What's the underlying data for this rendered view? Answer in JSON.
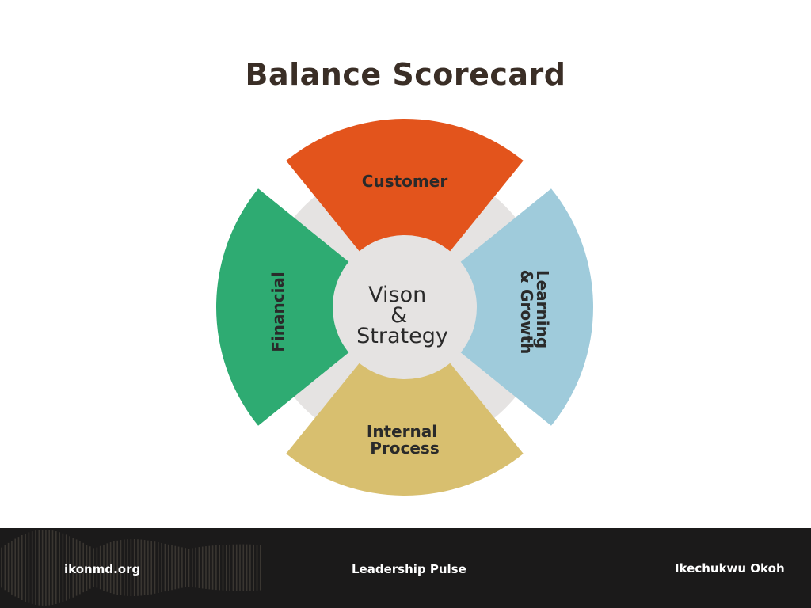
{
  "title": "Balance Scorecard",
  "center": {
    "lines": [
      "Vison",
      "&",
      "Strategy"
    ],
    "color": "#e5e3e2"
  },
  "perspectives": [
    {
      "id": "customer",
      "label_lines": [
        "Customer"
      ],
      "color": "#e3541c"
    },
    {
      "id": "learning-growth",
      "label_lines": [
        "Learning",
        "& Growth"
      ],
      "color": "#9fcbdb"
    },
    {
      "id": "internal-process",
      "label_lines": [
        "Internal",
        "Process"
      ],
      "color": "#d8bf6f"
    },
    {
      "id": "financial",
      "label_lines": [
        "Financial"
      ],
      "color": "#2eab72"
    }
  ],
  "footer": {
    "left": "ikonmd.org",
    "center": "Leadership Pulse",
    "right": "Ikechukwu Okoh"
  }
}
